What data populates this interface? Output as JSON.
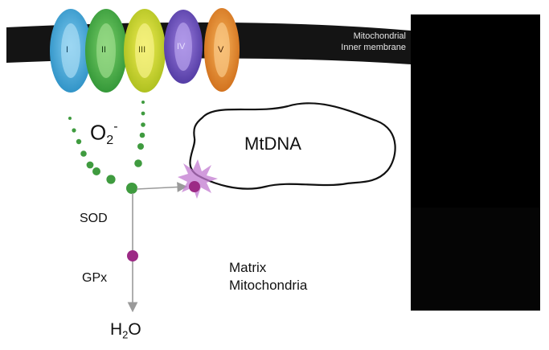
{
  "membrane": {
    "line1": "Mitochondrial",
    "line2": "Inner membrane"
  },
  "complexes": [
    {
      "label": "I",
      "color": "#3aa7db"
    },
    {
      "label": "II",
      "color": "#3fae3f"
    },
    {
      "label": "III",
      "color": "#c7d323"
    },
    {
      "label": "IV",
      "color": "#6a53b8"
    },
    {
      "label": "V",
      "color": "#e58a2a"
    }
  ],
  "superoxide": {
    "base": "O",
    "sub": "2",
    "sup": "-"
  },
  "mtdna": "MtDNA",
  "sod": "SOD",
  "gpx": "GPx",
  "water": {
    "h": "H",
    "sub": "2",
    "o": "O"
  },
  "matrix": {
    "line1": "Matrix",
    "line2": "Mitochondria"
  },
  "colors": {
    "membrane": "#141414",
    "radical": "#3f9b3f",
    "gpx_node": "#9c2a85",
    "damage": "#b05ec0",
    "arrow": "#9a9a9a",
    "panel": "#000000"
  }
}
